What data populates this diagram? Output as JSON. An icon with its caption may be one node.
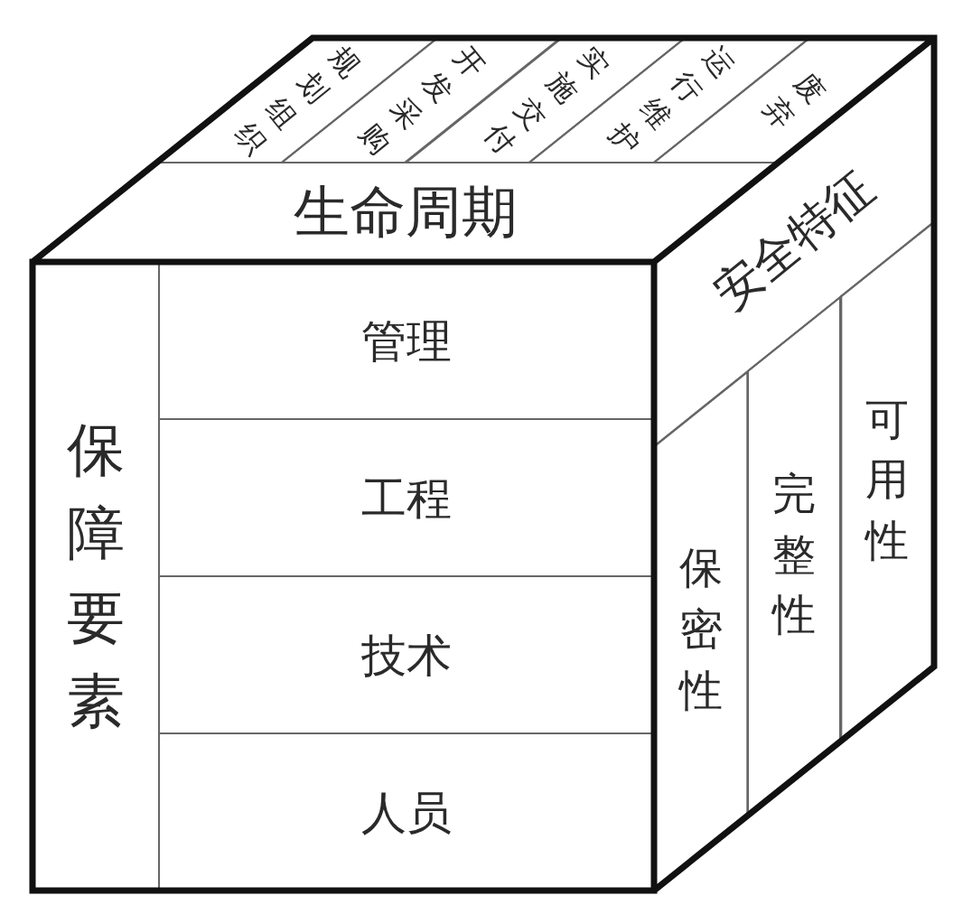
{
  "diagram": {
    "nodes": [
      {
        "text": [
          "规划组织"
        ]
      },
      {
        "text": [
          "开发采购"
        ]
      },
      {
        "text": [
          "实施交付"
        ]
      },
      {
        "text": [
          "运行维护"
        ]
      },
      {
        "text": [
          "废弃"
        ]
      },
      {
        "text": [
          "生命周期"
        ]
      },
      {
        "text": [
          "安全特征"
        ]
      },
      {
        "text": [
          "保障要素"
        ]
      },
      {
        "text": [
          "管理"
        ]
      },
      {
        "text": [
          "工程"
        ]
      },
      {
        "text": [
          "技术"
        ]
      },
      {
        "text": [
          "人员"
        ]
      },
      {
        "text": [
          "保密性"
        ]
      },
      {
        "text": [
          "完整性"
        ]
      },
      {
        "text": [
          "可用性"
        ]
      }
    ]
  }
}
